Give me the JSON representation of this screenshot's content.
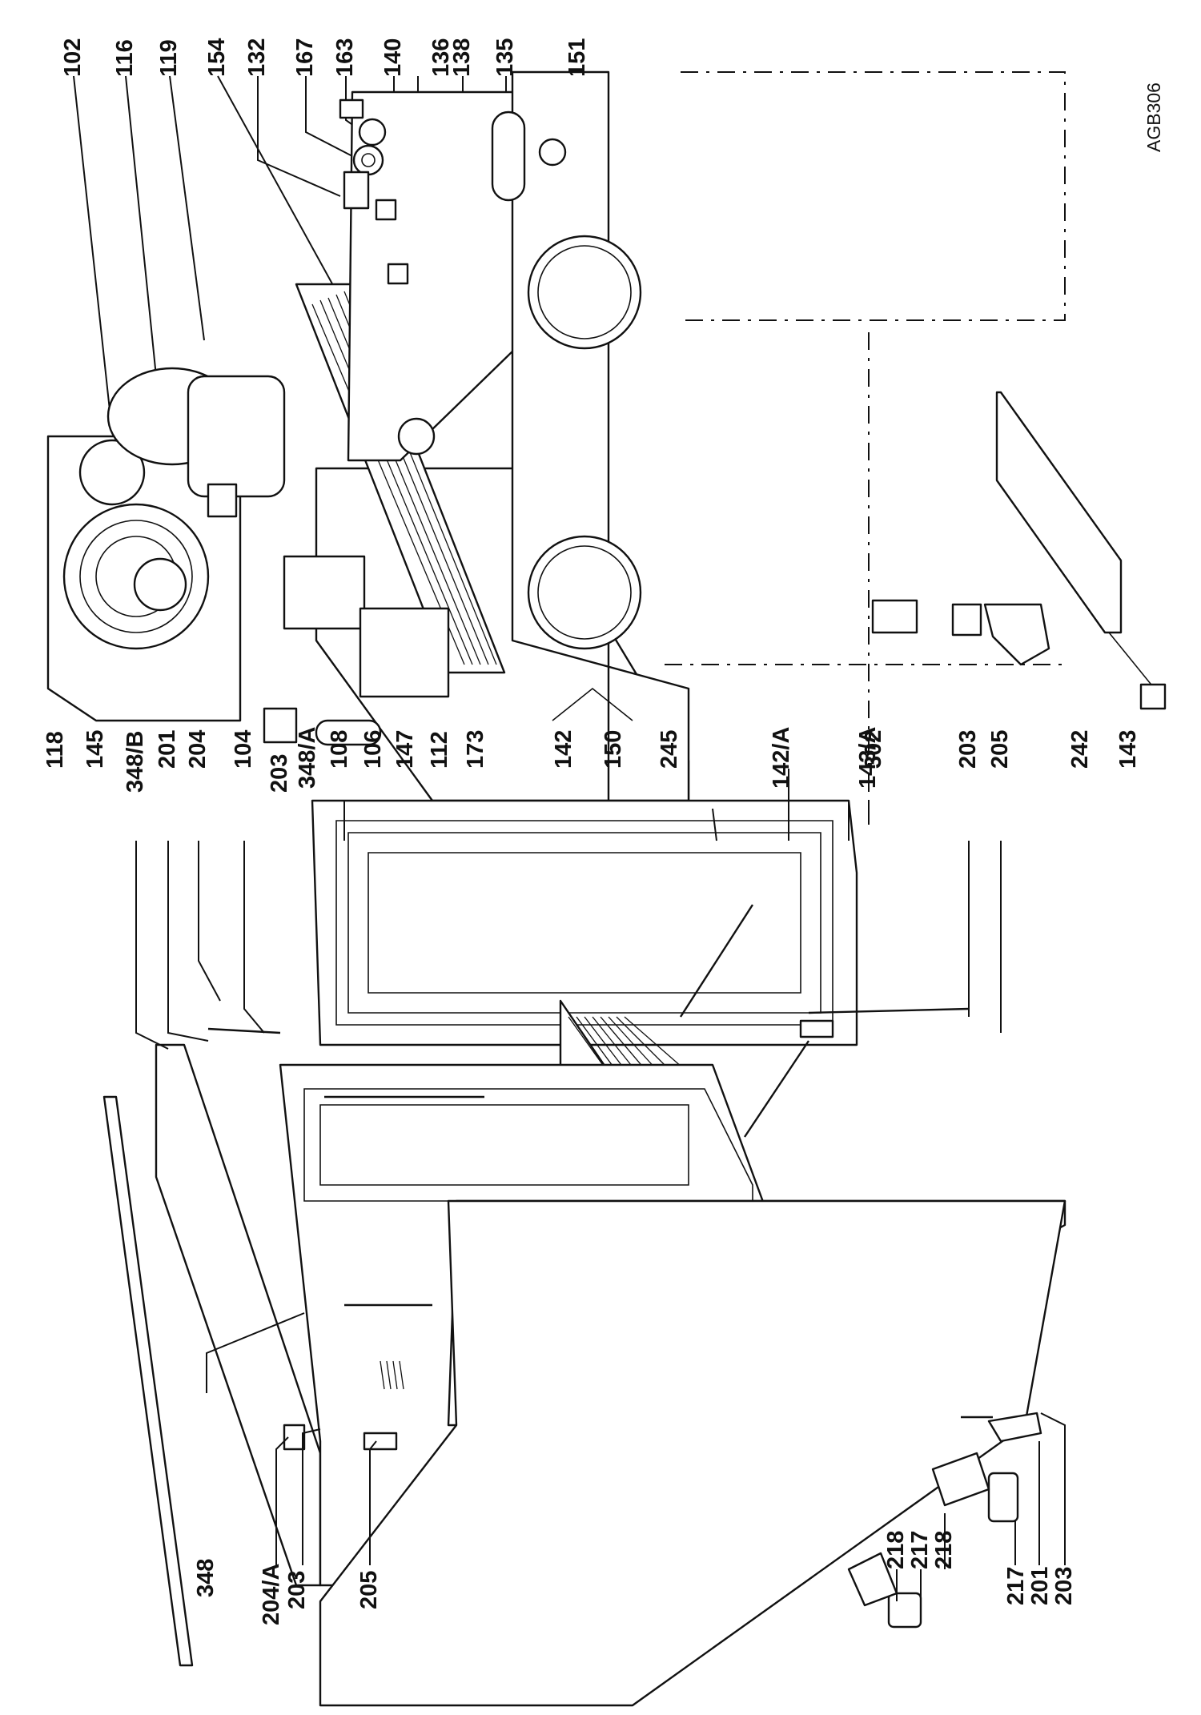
{
  "diagram": {
    "reference": "AGB306",
    "callouts": [
      {
        "id": "c102",
        "text": "102"
      },
      {
        "id": "c116",
        "text": "116"
      },
      {
        "id": "c119",
        "text": "119"
      },
      {
        "id": "c154",
        "text": "154"
      },
      {
        "id": "c132",
        "text": "132"
      },
      {
        "id": "c167",
        "text": "167"
      },
      {
        "id": "c163",
        "text": "163"
      },
      {
        "id": "c140",
        "text": "140"
      },
      {
        "id": "c136",
        "text": "136"
      },
      {
        "id": "c138",
        "text": "138"
      },
      {
        "id": "c135",
        "text": "135"
      },
      {
        "id": "c151",
        "text": "151"
      },
      {
        "id": "c118",
        "text": "118"
      },
      {
        "id": "c145",
        "text": "145"
      },
      {
        "id": "c348b",
        "text": "348/B"
      },
      {
        "id": "c201a",
        "text": "201"
      },
      {
        "id": "c204a",
        "text": "204"
      },
      {
        "id": "c104",
        "text": "104"
      },
      {
        "id": "c203a",
        "text": "203"
      },
      {
        "id": "c348a",
        "text": "348/A"
      },
      {
        "id": "c108",
        "text": "108"
      },
      {
        "id": "c106",
        "text": "106"
      },
      {
        "id": "c147",
        "text": "147"
      },
      {
        "id": "c112",
        "text": "112"
      },
      {
        "id": "c173",
        "text": "173"
      },
      {
        "id": "c142",
        "text": "142"
      },
      {
        "id": "c150",
        "text": "150"
      },
      {
        "id": "c245",
        "text": "245"
      },
      {
        "id": "c142a",
        "text": "142/A"
      },
      {
        "id": "c143a",
        "text": "143/A"
      },
      {
        "id": "c302",
        "text": "302"
      },
      {
        "id": "c203b",
        "text": "203"
      },
      {
        "id": "c205a",
        "text": "205"
      },
      {
        "id": "c242",
        "text": "242"
      },
      {
        "id": "c143",
        "text": "143"
      },
      {
        "id": "c348",
        "text": "348"
      },
      {
        "id": "c204b",
        "text": "204/A"
      },
      {
        "id": "c203c",
        "text": "203"
      },
      {
        "id": "c205b",
        "text": "205"
      },
      {
        "id": "c218a",
        "text": "218"
      },
      {
        "id": "c217a",
        "text": "217"
      },
      {
        "id": "c218b",
        "text": "218"
      },
      {
        "id": "c217b",
        "text": "217"
      },
      {
        "id": "c201b",
        "text": "201"
      },
      {
        "id": "c203d",
        "text": "203"
      }
    ]
  }
}
